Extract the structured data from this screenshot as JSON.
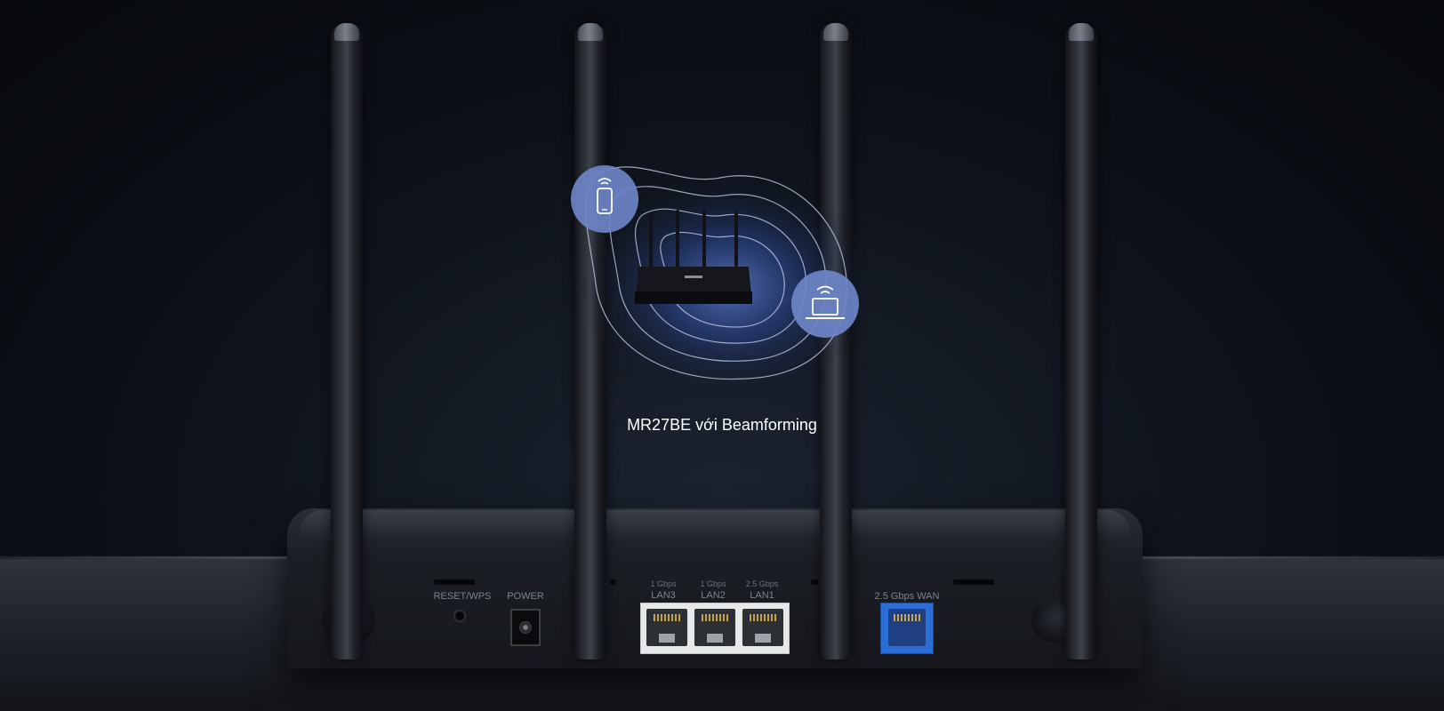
{
  "caption": "MR27BE với Beamforming",
  "ports": {
    "reset_wps": "RESET/WPS",
    "power": "POWER",
    "lan3_speed": "1 Gbps",
    "lan3": "LAN3",
    "lan2_speed": "1 Gbps",
    "lan2": "LAN2",
    "lan1_speed": "2.5 Gbps",
    "lan1": "LAN1",
    "wan": "2.5 Gbps WAN"
  },
  "colors": {
    "background": "#0d1118",
    "glow": "#3a62c9",
    "device_circle": "#6e86c8",
    "wan_port": "#2b6fd6",
    "lan_block": "#e7e8ea"
  },
  "icons": [
    "smartphone-wifi-icon",
    "laptop-wifi-icon",
    "mini-router-icon"
  ]
}
